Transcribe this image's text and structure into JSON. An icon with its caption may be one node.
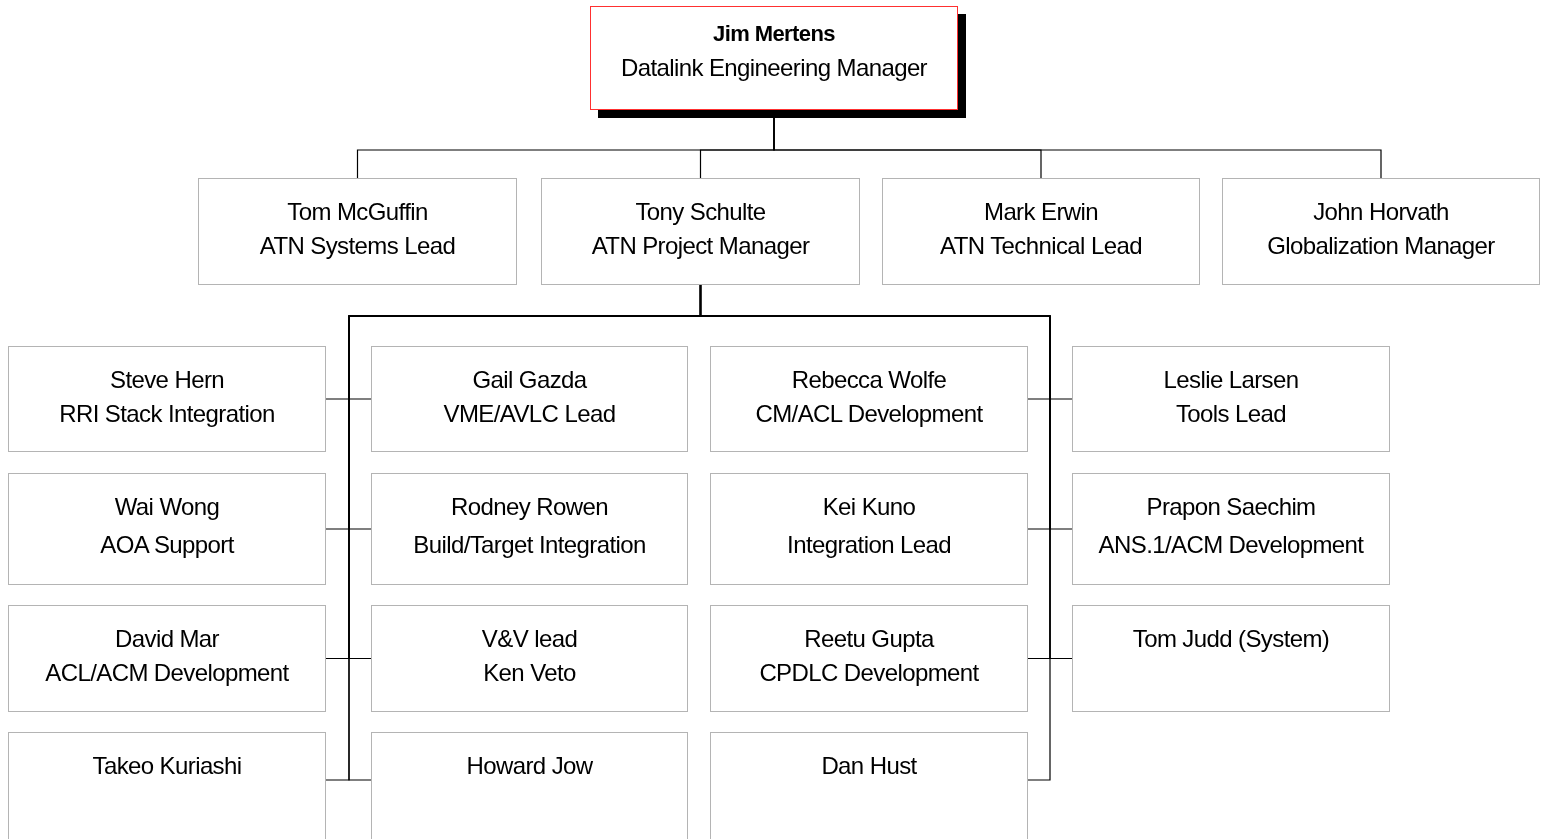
{
  "diagram": {
    "nodes": [
      {
        "text": [
          "Jim Mertens",
          "Datalink Engineering Manager"
        ]
      },
      {
        "text": [
          "Tom McGuffin",
          "ATN Systems Lead"
        ]
      },
      {
        "text": [
          "Tony Schulte",
          "ATN Project Manager"
        ]
      },
      {
        "text": [
          "Mark Erwin",
          "ATN Technical Lead"
        ]
      },
      {
        "text": [
          "John Horvath",
          "Globalization Manager"
        ]
      },
      {
        "text": [
          "Steve Hern",
          "RRI Stack Integration"
        ]
      },
      {
        "text": [
          "Gail Gazda",
          "VME/AVLC Lead"
        ]
      },
      {
        "text": [
          "Rebecca Wolfe",
          "CM/ACL Development"
        ]
      },
      {
        "text": [
          "Leslie Larsen",
          "Tools Lead"
        ]
      },
      {
        "text": [
          "Wai Wong",
          "AOA Support"
        ]
      },
      {
        "text": [
          "Rodney Rowen",
          "Build/Target Integration"
        ]
      },
      {
        "text": [
          "Kei Kuno",
          "Integration Lead"
        ]
      },
      {
        "text": [
          "Prapon Saechim",
          "ANS.1/ACM Development"
        ]
      },
      {
        "text": [
          "David Mar",
          "ACL/ACM Development"
        ]
      },
      {
        "text": [
          "V&V lead",
          "Ken Veto"
        ]
      },
      {
        "text": [
          "Reetu Gupta",
          "CPDLC Development"
        ]
      },
      {
        "text": [
          "Tom Judd (System)"
        ]
      },
      {
        "text": [
          "Takeo Kuriashi"
        ]
      },
      {
        "text": [
          "Howard Jow"
        ]
      },
      {
        "text": [
          "Dan Hust"
        ]
      }
    ],
    "edges": [
      {
        "from": 0,
        "to": 1,
        "arrow": "none"
      },
      {
        "from": 0,
        "to": 2,
        "arrow": "none"
      },
      {
        "from": 0,
        "to": 3,
        "arrow": "none"
      },
      {
        "from": 0,
        "to": 4,
        "arrow": "none"
      },
      {
        "from": 2,
        "to": 5,
        "arrow": "none"
      },
      {
        "from": 2,
        "to": 6,
        "arrow": "none"
      },
      {
        "from": 2,
        "to": 7,
        "arrow": "none"
      },
      {
        "from": 2,
        "to": 8,
        "arrow": "none"
      },
      {
        "from": 2,
        "to": 9,
        "arrow": "none"
      },
      {
        "from": 2,
        "to": 10,
        "arrow": "none"
      },
      {
        "from": 2,
        "to": 11,
        "arrow": "none"
      },
      {
        "from": 2,
        "to": 12,
        "arrow": "none"
      },
      {
        "from": 2,
        "to": 13,
        "arrow": "none"
      },
      {
        "from": 2,
        "to": 14,
        "arrow": "none"
      },
      {
        "from": 2,
        "to": 15,
        "arrow": "none"
      },
      {
        "from": 2,
        "to": 16,
        "arrow": "none"
      },
      {
        "from": 2,
        "to": 17,
        "arrow": "none"
      },
      {
        "from": 2,
        "to": 18,
        "arrow": "none"
      },
      {
        "from": 2,
        "to": 19,
        "arrow": "none"
      }
    ]
  }
}
